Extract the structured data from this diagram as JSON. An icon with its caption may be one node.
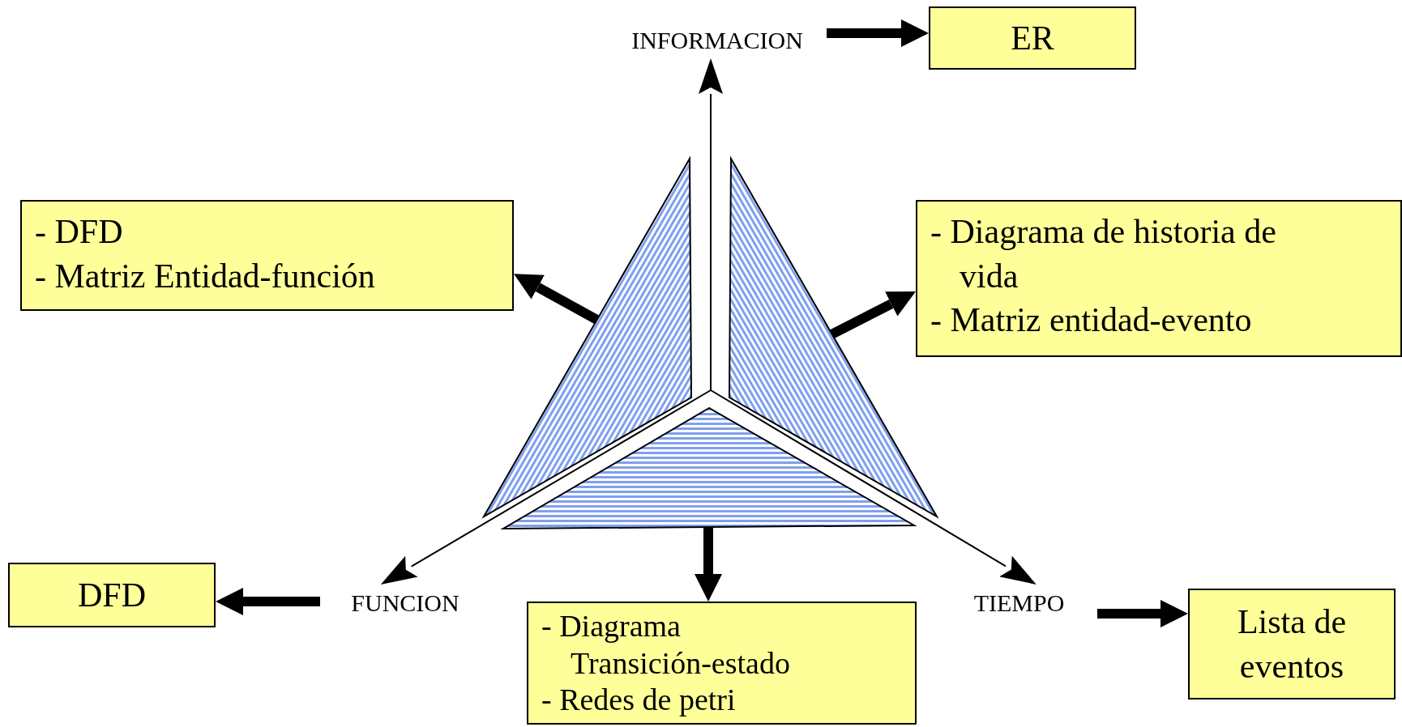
{
  "diagram": {
    "nodes": [
      {
        "text": [
          "INFORMACION"
        ]
      },
      {
        "text": [
          "ER"
        ]
      },
      {
        "text": [
          "- DFD",
          "- Matriz Entidad-función"
        ]
      },
      {
        "text": [
          "- Diagrama de historia de vida",
          "- Matriz entidad-evento"
        ]
      },
      {
        "text": [],
        "shape": "triangle"
      },
      {
        "text": [],
        "shape": "triangle"
      },
      {
        "text": [],
        "shape": "triangle"
      },
      {
        "text": [
          "FUNCION"
        ]
      },
      {
        "text": [
          "DFD"
        ]
      },
      {
        "text": [
          "- Diagrama Transición-estado",
          "- Redes de petri"
        ]
      },
      {
        "text": [
          "TIEMPO"
        ]
      },
      {
        "text": [
          "Lista de eventos"
        ]
      }
    ],
    "edges": [
      {
        "from": null,
        "to": 0,
        "arrow": "to"
      },
      {
        "from": null,
        "to": 7,
        "arrow": "to"
      },
      {
        "from": null,
        "to": 10,
        "arrow": "to"
      },
      {
        "from": 0,
        "to": 1,
        "arrow": "to"
      },
      {
        "from": 4,
        "to": 2,
        "arrow": "to"
      },
      {
        "from": 5,
        "to": 3,
        "arrow": "to"
      },
      {
        "from": 6,
        "to": 9,
        "arrow": "to"
      },
      {
        "from": 7,
        "to": 8,
        "arrow": "to"
      },
      {
        "from": 10,
        "to": 11,
        "arrow": "to"
      }
    ]
  }
}
